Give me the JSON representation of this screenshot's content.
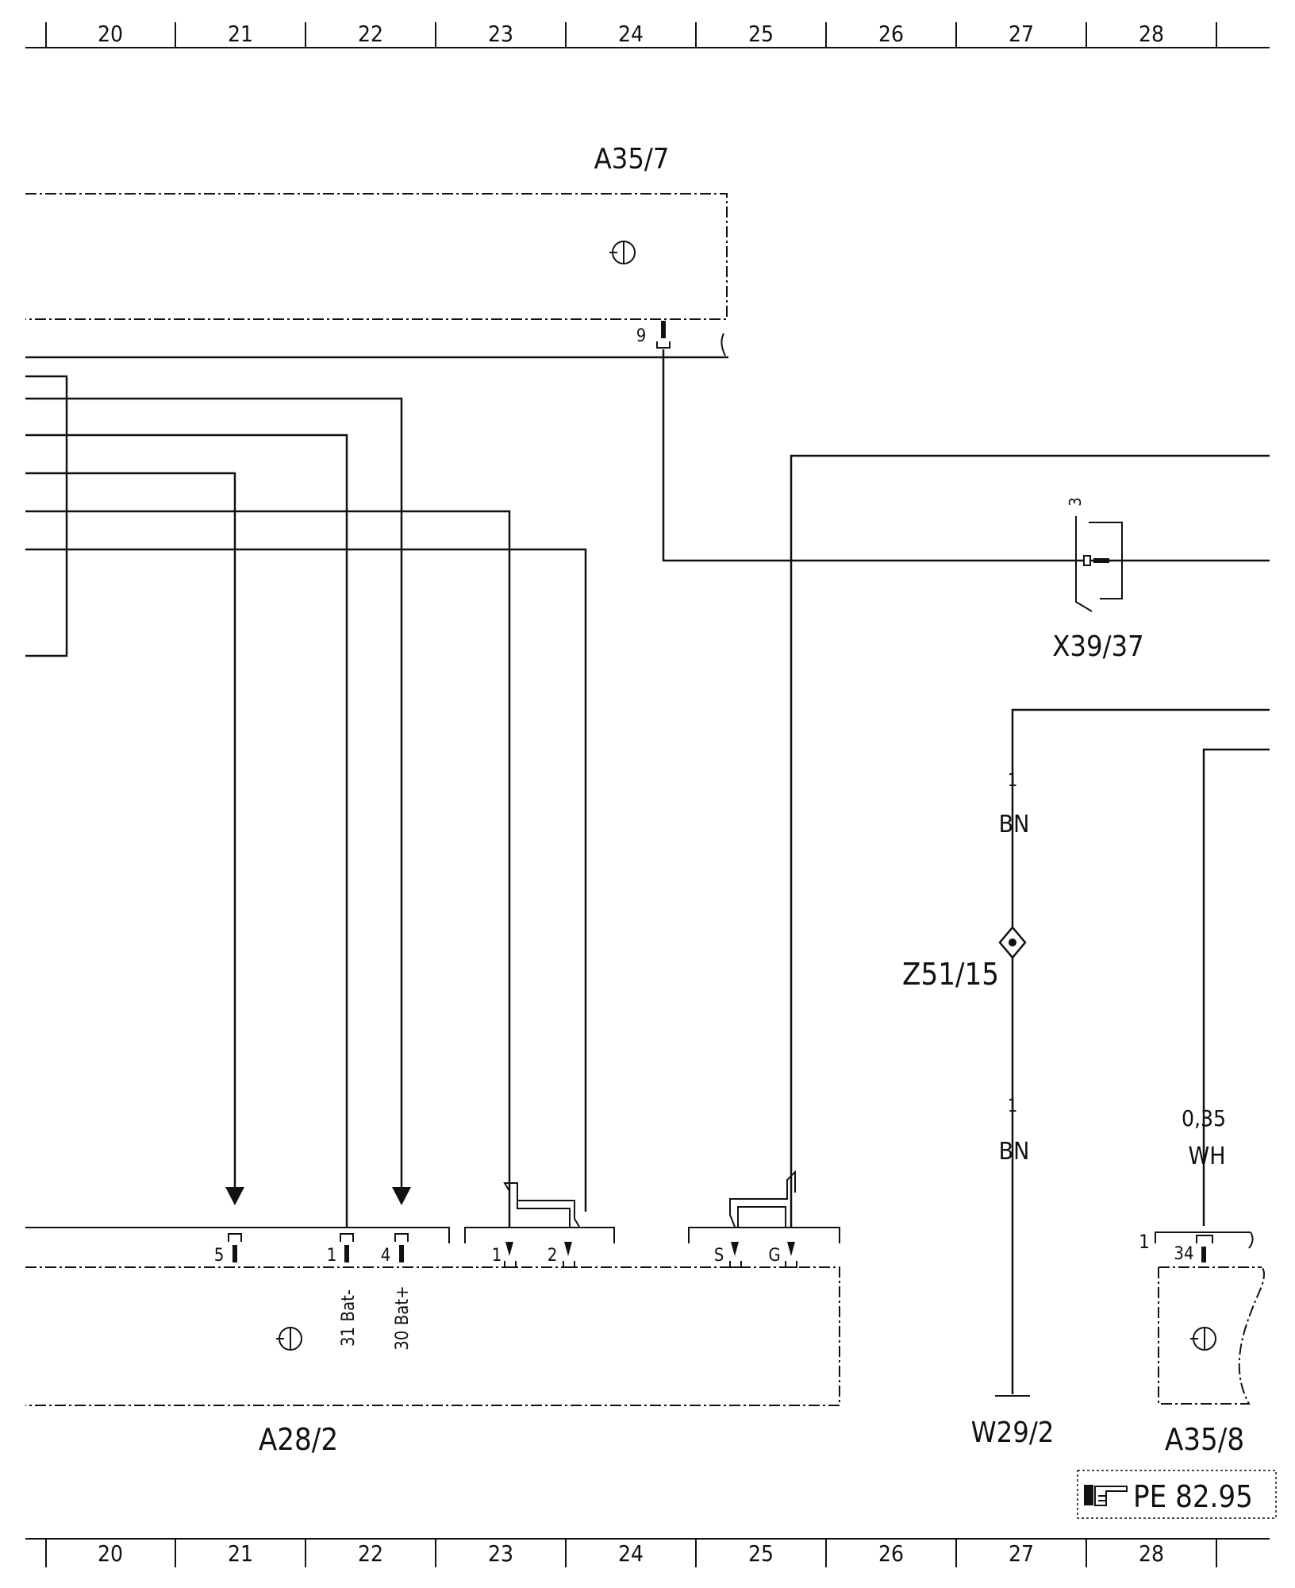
{
  "grid_columns": [
    "20",
    "21",
    "22",
    "23",
    "24",
    "25",
    "26",
    "27",
    "28"
  ],
  "components": {
    "a35_7": {
      "label": "A35/7",
      "pin": "9"
    },
    "a28_2": {
      "label": "A28/2",
      "pins": [
        "5",
        "1",
        "4",
        "1",
        "2",
        "S",
        "G"
      ],
      "pin_names": [
        "31 Bat-",
        "30 Bat+"
      ]
    },
    "x39_37": {
      "label": "X39/37",
      "pin": "3"
    },
    "z51_15": {
      "label": "Z51/15"
    },
    "w29_2": {
      "label": "W29/2"
    },
    "a35_8": {
      "label": "A35/8",
      "pin": "34",
      "side_number": "1"
    }
  },
  "wires": {
    "bn_upper": {
      "size": "1",
      "color": "BN"
    },
    "bn_lower": {
      "size": "1",
      "color": "BN"
    },
    "wh": {
      "size": "0,35",
      "color": "WH"
    }
  },
  "reference": {
    "text": "PE 82.95"
  }
}
